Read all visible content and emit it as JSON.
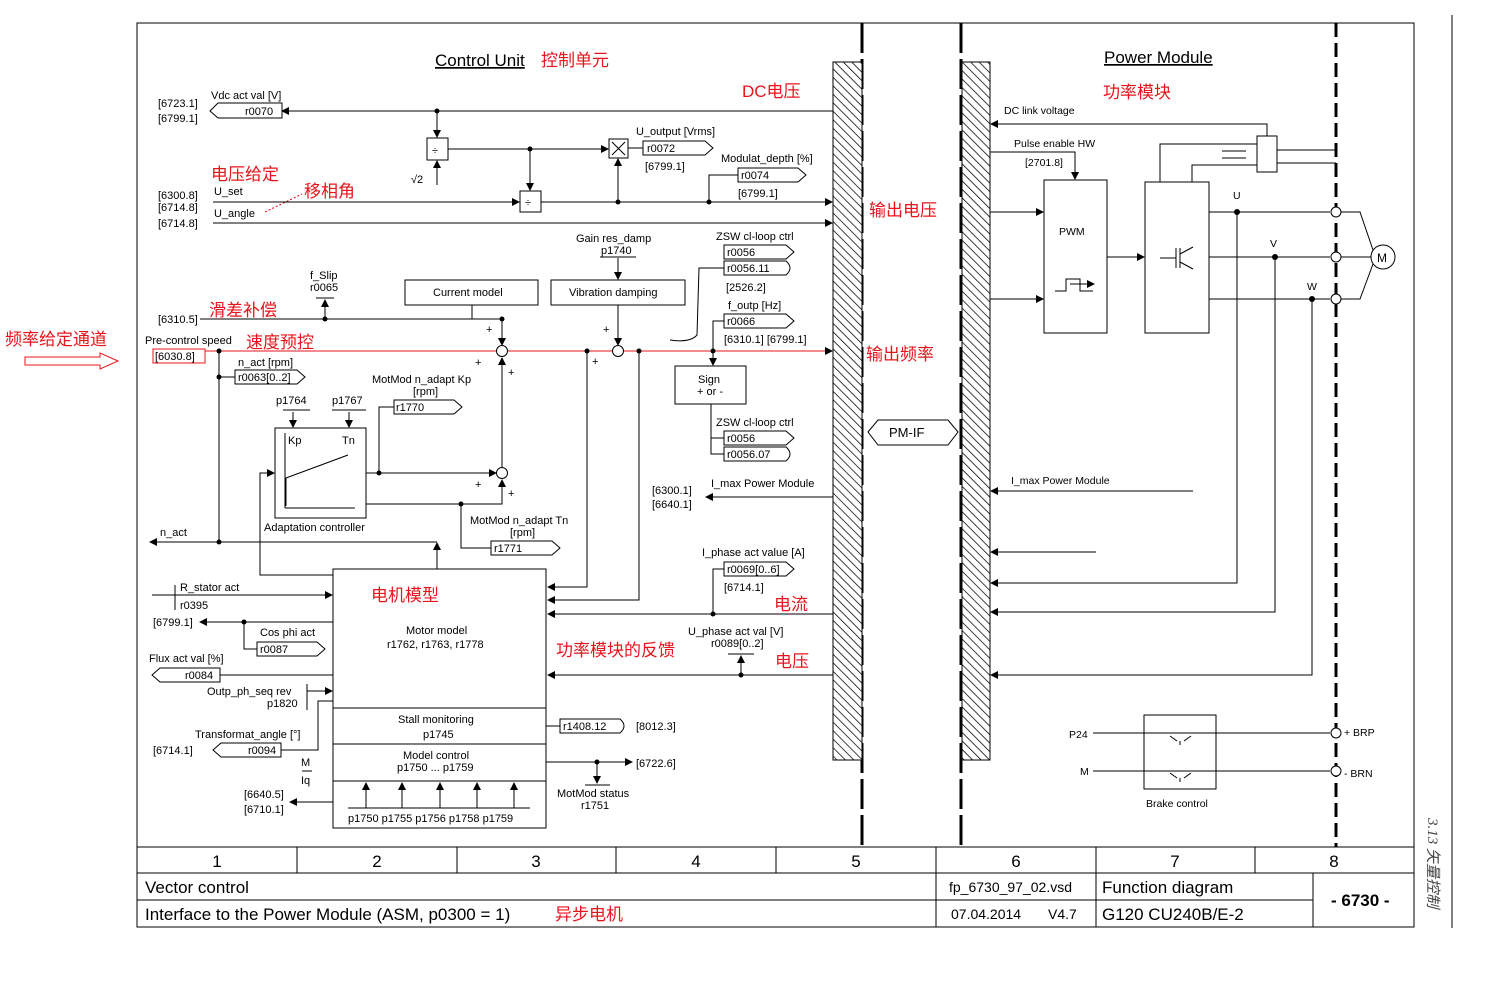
{
  "control_unit": {
    "title": "Control Unit",
    "title_cn": "控制单元"
  },
  "power_module": {
    "title": "Power Module",
    "title_cn": "功率模块"
  },
  "annotations": {
    "dc_voltage": "DC电压",
    "voltage_setpoint": "电压给定",
    "phase_shift": "移相角",
    "slip_comp": "滑差补偿",
    "speed_precontrol": "速度预控",
    "freq_channel": "频率给定通道",
    "output_voltage": "输出电压",
    "output_freq": "输出频率",
    "motor_model": "电机模型",
    "pm_feedback": "功率模块的反馈",
    "current": "电流",
    "voltage": "电压",
    "async_motor": "异步电机"
  },
  "labels": {
    "ref_6723_1": "[6723.1]",
    "ref_6799_1a": "[6799.1]",
    "vdc": "Vdc act val [V]",
    "r0070": "r0070",
    "u_output": "U_output [Vrms]",
    "r0072": "r0072",
    "ref_6799_1b": "[6799.1]",
    "sqrt2": "√2",
    "modulat": "Modulat_depth [%]",
    "r0074": "r0074",
    "ref_6799_1c": "[6799.1]",
    "ref_6300_8": "[6300.8]",
    "ref_6714_8a": "[6714.8]",
    "ref_6714_8b": "[6714.8]",
    "u_set": "U_set",
    "u_angle": "U_angle",
    "gain_res": "Gain res_damp",
    "p1740": "p1740",
    "zsw1": "ZSW cl-loop ctrl",
    "r0056a": "r0056",
    "r0056_11": "r0056.11",
    "ref_2526_2": "[2526.2]",
    "f_slip": "f_Slip",
    "r0065": "r0065",
    "ref_6310_5": "[6310.5]",
    "current_model": "Current model",
    "vib_damp": "Vibration damping",
    "precontrol": "Pre-control speed",
    "ref_6030_8": "[6030.8]",
    "f_outp": "f_outp [Hz]",
    "r0066": "r0066",
    "ref_6310_1": "[6310.1] [6799.1]",
    "n_act_rpm": "n_act [rpm]",
    "r0063": "r0063[0..2]",
    "kp_adapt": "MotMod n_adapt Kp",
    "rpm1": "[rpm]",
    "r1770": "r1770",
    "p1764": "p1764",
    "p1767": "p1767",
    "kp": "Kp",
    "tn": "Tn",
    "adapt_ctrl": "Adaptation controller",
    "sign1": "Sign",
    "sign2": "+ or -",
    "zsw2": "ZSW cl-loop ctrl",
    "r0056b": "r0056",
    "r0056_07": "r0056.07",
    "pmif": "PM-IF",
    "ref_6300_1": "[6300.1]",
    "ref_6640_1": "[6640.1]",
    "imax_cu": "I_max Power Module",
    "tn_adapt": "MotMod n_adapt Tn",
    "rpm2": "[rpm]",
    "r1771": "r1771",
    "n_act": "n_act",
    "iphase": "I_phase act value [A]",
    "r0069": "r0069[0..6]",
    "ref_6714_1a": "[6714.1]",
    "motor_model": "Motor model",
    "motor_params": "r1762, r1763, r1778",
    "stall": "Stall monitoring",
    "p1745": "p1745",
    "model_ctrl": "Model control",
    "p1750_59": "p1750 ... p1759",
    "plist": "p1750 p1755 p1756 p1758 p1759",
    "r_stator": "R_stator act",
    "r0395": "r0395",
    "ref_6799_1d": "[6799.1]",
    "cosphi": "Cos phi act",
    "r0087": "r0087",
    "flux": "Flux act val [%]",
    "r0084": "r0084",
    "outp_ph": "Outp_ph_seq rev",
    "p1820": "p1820",
    "transf": "Transformat_angle [°]",
    "ref_6714_1b": "[6714.1]",
    "r0094": "r0094",
    "m": "M",
    "iq": "Iq",
    "ref_6640_5": "[6640.5]",
    "ref_6710_1": "[6710.1]",
    "uphase": "U_phase act val [V]",
    "r0089": "r0089[0..2]",
    "r1408": "r1408.12",
    "ref_8012_3": "[8012.3]",
    "ref_6722_6": "[6722.6]",
    "motmod_status": "MotMod status",
    "r1751": "r1751",
    "dc_link": "DC link voltage",
    "pulse_en": "Pulse enable HW",
    "ref_2701_8": "[2701.8]",
    "pwm": "PWM",
    "u": "U",
    "v": "V",
    "w": "W",
    "motor": "M",
    "imax_pm": "I_max Power Module",
    "p24": "P24",
    "m_brake": "M",
    "brp": "+ BRP",
    "brn": "- BRN",
    "brake": "Brake control"
  },
  "footer": {
    "columns": [
      "1",
      "2",
      "3",
      "4",
      "5",
      "6",
      "7",
      "8"
    ],
    "title1": "Vector control",
    "title2": "Interface to the Power Module (ASM, p0300 = 1)",
    "file": "fp_6730_97_02.vsd",
    "date": "07.04.2014",
    "version": "V4.7",
    "type": "Function diagram",
    "device": "G120 CU240B/E-2",
    "page": "- 6730 -"
  },
  "side_note": "3.13 矢量控制",
  "colors": {
    "annotation": "#e8141b",
    "line": "#000000"
  }
}
